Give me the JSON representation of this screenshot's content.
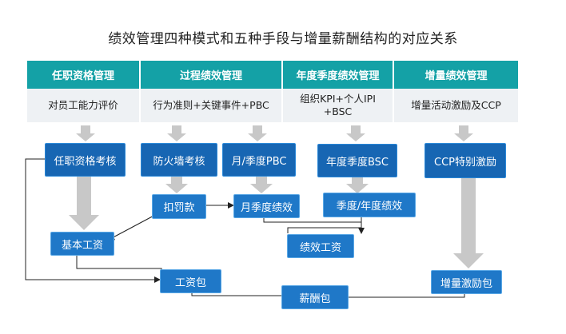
{
  "title": "绩效管理四种模式和五种手段与增量薪酬结构的对应关系",
  "headers": [
    "任职资格管理",
    "过程绩效管理",
    "年度季度绩效管理",
    "增量绩效管理"
  ],
  "subs": {
    "s1": "对员工能力评价",
    "s2": "行为准则+关键事件+PBC",
    "s3_line1": "组织KPI+个人IPI",
    "s3_line2": "+BSC",
    "s4": "增量活动激励及CCP"
  },
  "boxes": {
    "qualification_review": "任职资格考核",
    "firewall_review": "防火墙考核",
    "monthly_quarterly_pbc": "月/季度PBC",
    "annual_quarterly_bsc": "年度季度BSC",
    "ccp_incentive": "CCP特别激励",
    "deduction": "扣罚款",
    "monthly_quarterly_performance": "月季度绩效",
    "quarterly_annual_performance": "季度/年度绩效",
    "base_salary": "基本工资",
    "performance_salary": "绩效工资",
    "salary_package": "工资包",
    "incremental_incentive_package": "增量激励包",
    "compensation_package": "薪酬包"
  },
  "colors": {
    "header_bg": "#14a1a6",
    "box_bg": "#1766b3",
    "arrow_gray": "#c8c8c8",
    "subheader_bg": "#eef1f4"
  }
}
